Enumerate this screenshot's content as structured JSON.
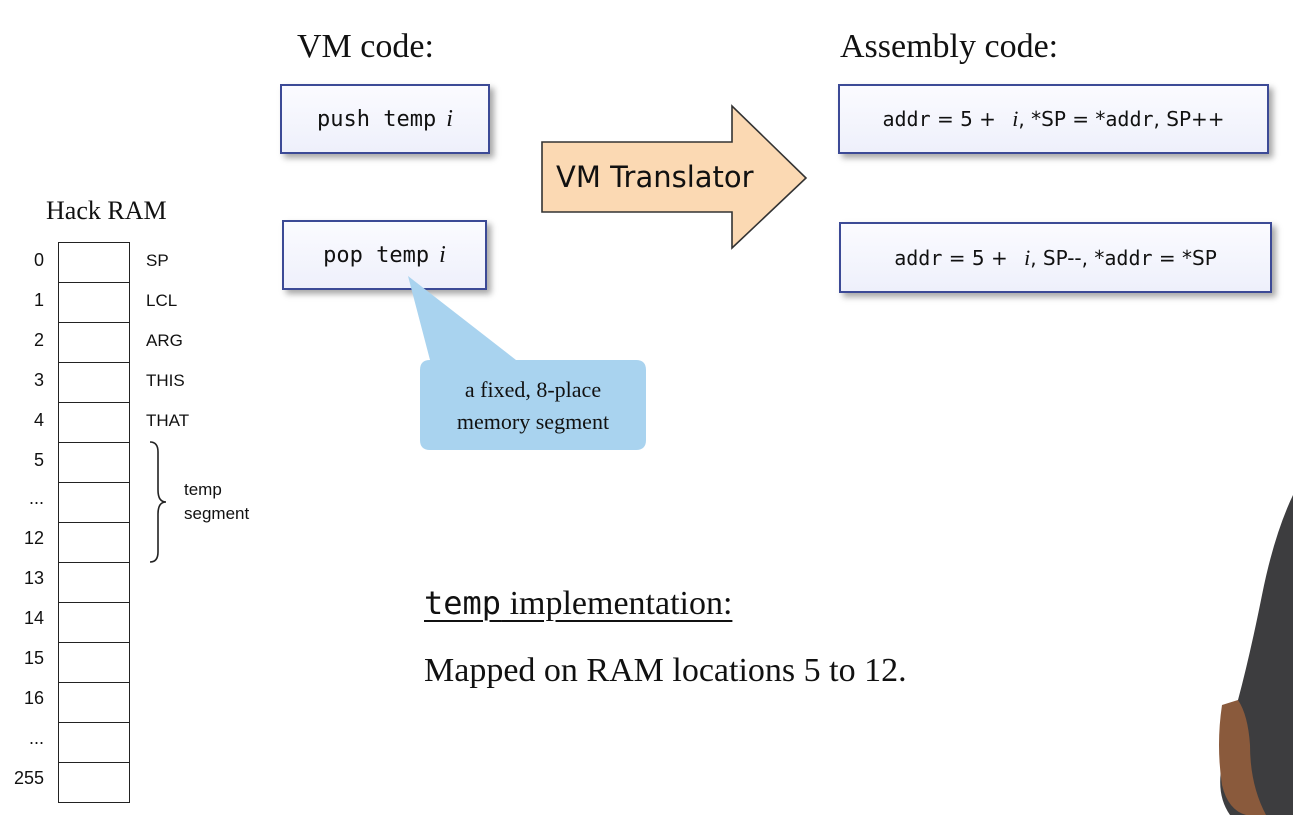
{
  "vm_heading": "VM code:",
  "asm_heading": "Assembly code:",
  "vm_commands": [
    {
      "code": "push temp",
      "arg": "i"
    },
    {
      "code": "pop temp",
      "arg": "i"
    }
  ],
  "translator_label": "VM Translator",
  "asm_lines": [
    {
      "a": "addr",
      "b": " = 5 + ",
      "c": "i",
      "d": ", *SP = *",
      "e": "addr",
      "f": ", SP++"
    },
    {
      "a": "addr",
      "b": " = 5 + ",
      "c": "i",
      "d": ", SP--, *",
      "e": "addr",
      "f": " = *SP"
    }
  ],
  "callout": {
    "line1": "a fixed, 8-place",
    "line2": "memory segment"
  },
  "ram": {
    "title": "Hack RAM",
    "indices": [
      "0",
      "1",
      "2",
      "3",
      "4",
      "5",
      "...",
      "12",
      "13",
      "14",
      "15",
      "16",
      "...",
      "255"
    ],
    "names": [
      "SP",
      "LCL",
      "ARG",
      "THIS",
      "THAT"
    ],
    "temp_label": {
      "line1": "temp",
      "line2": "segment"
    }
  },
  "implementation": {
    "keyword": "temp",
    "title_rest": " implementation:",
    "description": "Mapped on RAM locations 5 to 12."
  },
  "colors": {
    "box_border": "#3c4a96",
    "arrow_fill": "#fbd9b3",
    "callout_fill": "#a9d3ef"
  }
}
